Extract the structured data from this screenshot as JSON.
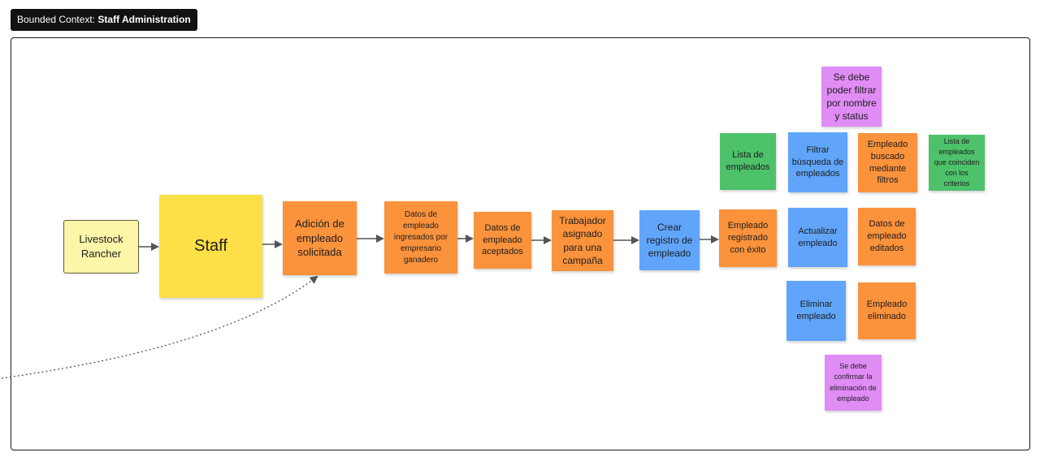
{
  "context_label": {
    "prefix": "Bounded Context:",
    "name": "Staff Administration"
  },
  "colors": {
    "actor": "#fdf5a8",
    "aggregate": "#fde047",
    "event": "#fb923c",
    "command": "#60a5fa",
    "read_model": "#4ec16b",
    "policy": "#e08cf5",
    "arrow": "#555555"
  },
  "notes": {
    "livestock_rancher": "Livestock Rancher",
    "staff": "Staff",
    "adicion_solicitada": "Adición de empleado solicitada",
    "datos_ingresados": "Datos de empleado ingresados por empresario ganadero",
    "datos_aceptados": "Datos de empleado aceptados",
    "trabajador_asignado": "Trabajador asignado para una campaña",
    "crear_registro": "Crear registro de empleado",
    "empleado_registrado": "Empleado registrado con éxito",
    "lista_empleados": "Lista de empleados",
    "filtrar_busqueda": "Filtrar búsqueda de empleados",
    "empleado_buscado": "Empleado buscado mediante filtros",
    "lista_coincidentes": "Lista de empleados que coinciden con los criterios",
    "policy_filtrar": "Se debe poder filtrar por nombre y status",
    "actualizar_empleado": "Actualizar empleado",
    "datos_editados": "Datos de empleado editados",
    "eliminar_empleado": "Eliminar empleado",
    "empleado_eliminado": "Empleado eliminado",
    "policy_confirmar": "Se debe confirmar la eliminación de empleado"
  }
}
